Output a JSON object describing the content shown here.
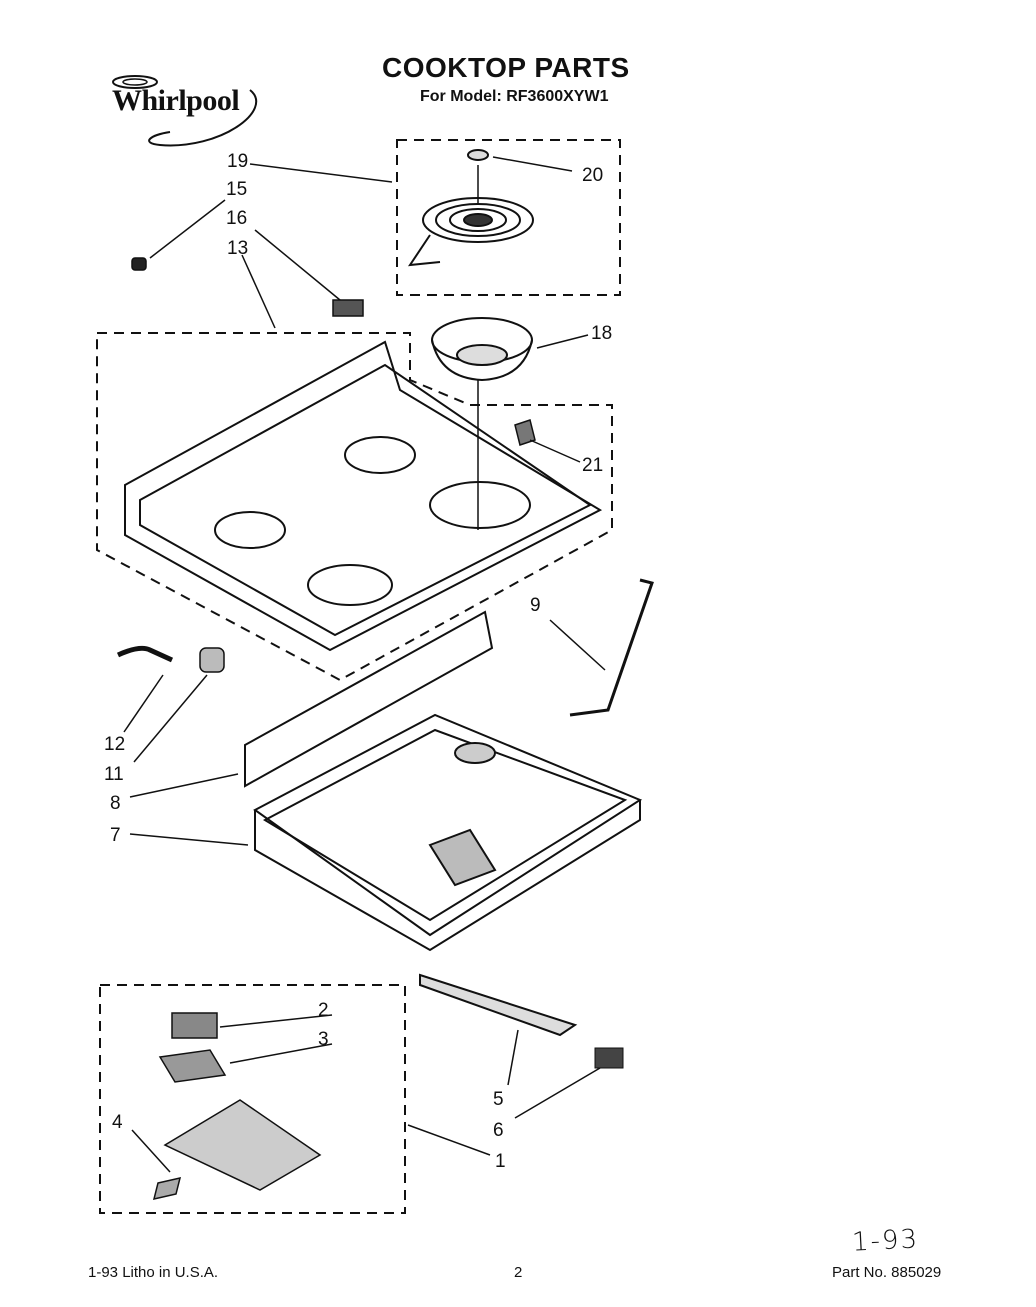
{
  "brand": "Whirlpool",
  "header": {
    "title": "COOKTOP PARTS",
    "subtitle": "For Model: RF3600XYW1"
  },
  "callouts": {
    "c1": "1",
    "c2": "2",
    "c3": "3",
    "c4": "4",
    "c5": "5",
    "c6": "6",
    "c7": "7",
    "c8": "8",
    "c9": "9",
    "c11": "11",
    "c12": "12",
    "c13": "13",
    "c15": "15",
    "c16": "16",
    "c18": "18",
    "c19": "19",
    "c20": "20",
    "c21": "21"
  },
  "footer": {
    "litho": "1-93 Litho in U.S.A.",
    "page_number": "2",
    "part_number": "Part No. 885029",
    "handwritten_date": "1-93"
  }
}
